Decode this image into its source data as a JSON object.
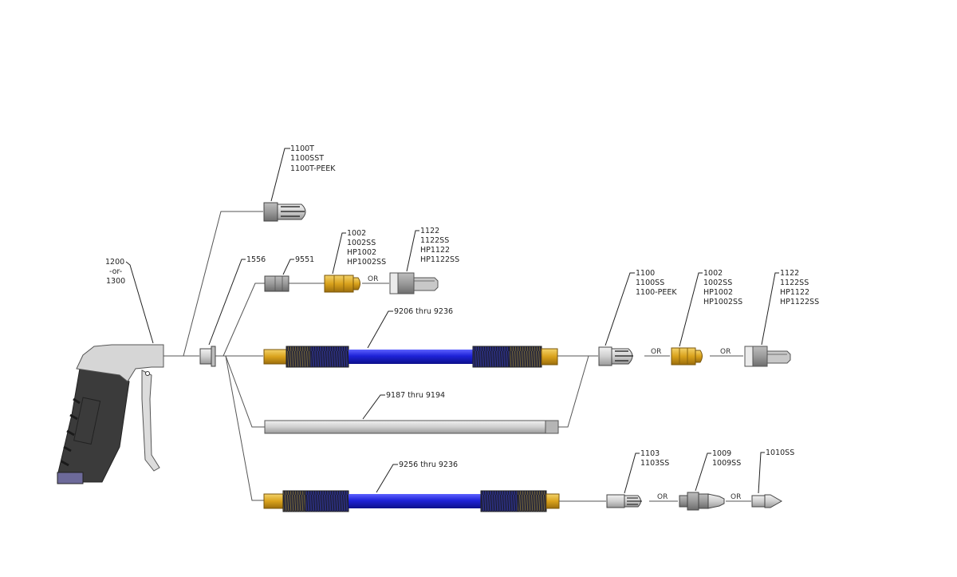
{
  "diagram": {
    "title": "Air Gun Extension & Nozzle Configuration Diagram",
    "colors": {
      "hose_blue": "#1e22d8",
      "brass": "#d9a21c",
      "spring": "#3a3a2a",
      "steel": "#c9c9c9",
      "gun_body": "#3a3a3a",
      "gun_top": "#d4d4d4",
      "line": "#222222"
    },
    "parts": {
      "gun": {
        "label_lines": [
          "1200",
          "-or-",
          "1300"
        ]
      },
      "adapter_1556": {
        "label_lines": [
          "1556"
        ]
      },
      "nozzle_top": {
        "label_lines": [
          "1100T",
          "1100SST",
          "1100T-PEEK"
        ]
      },
      "coupler_9551": {
        "label_lines": [
          "9551"
        ]
      },
      "nozzle_row1_a": {
        "label_lines": [
          "1002",
          "1002SS",
          "HP1002",
          "HP1002SS"
        ]
      },
      "nozzle_row1_b": {
        "label_lines": [
          "1122",
          "1122SS",
          "HP1122",
          "HP1122SS"
        ]
      },
      "hose_upper": {
        "label_lines": [
          "9206 thru 9236"
        ]
      },
      "rigid_ext": {
        "label_lines": [
          "9187 thru 9194"
        ]
      },
      "hose_lower": {
        "label_lines": [
          "9256 thru 9236"
        ]
      },
      "nozzle_mid_a": {
        "label_lines": [
          "1100",
          "1100SS",
          "1100-PEEK"
        ]
      },
      "nozzle_mid_b": {
        "label_lines": [
          "1002",
          "1002SS",
          "HP1002",
          "HP1002SS"
        ]
      },
      "nozzle_mid_c": {
        "label_lines": [
          "1122",
          "1122SS",
          "HP1122",
          "HP1122SS"
        ]
      },
      "nozzle_low_a": {
        "label_lines": [
          "1103",
          "1103SS"
        ]
      },
      "nozzle_low_b": {
        "label_lines": [
          "1009",
          "1009SS"
        ]
      },
      "nozzle_low_c": {
        "label_lines": [
          "1010SS"
        ]
      }
    },
    "or_label": "OR"
  }
}
